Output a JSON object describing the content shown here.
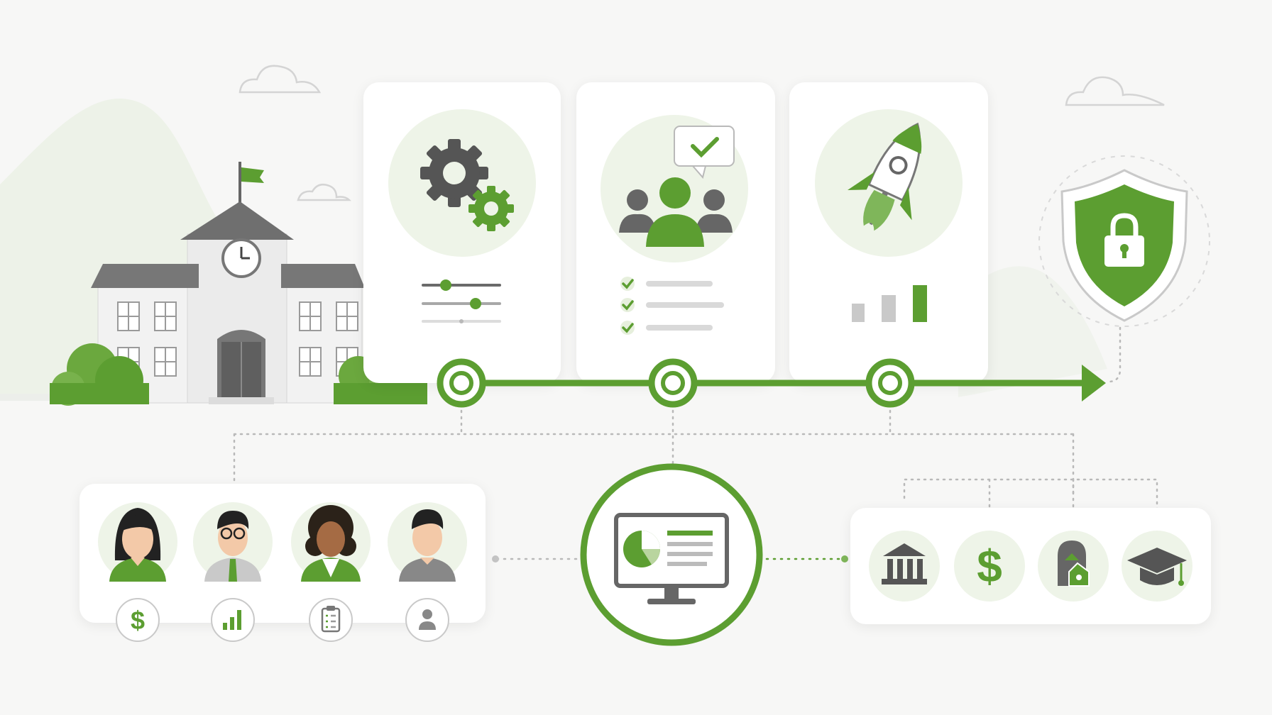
{
  "colors": {
    "accent": "#5c9e31",
    "accent_light": "#eef4e8",
    "gray_dark": "#555555",
    "gray_mid": "#8a8a8a",
    "gray_light": "#d9d9d9",
    "background": "#f7f7f6"
  },
  "stages": [
    {
      "name": "configuration-stage",
      "icon": "gears-icon"
    },
    {
      "name": "team-review-stage",
      "icon": "team-check-icon"
    },
    {
      "name": "launch-stage",
      "icon": "rocket-icon"
    }
  ],
  "security": {
    "icon": "shield-lock-icon"
  },
  "people": [
    {
      "name": "person-woman",
      "badge_icon": "dollar-icon"
    },
    {
      "name": "person-man-glasses",
      "badge_icon": "bar-chart-icon"
    },
    {
      "name": "person-woman-curly",
      "badge_icon": "clipboard-icon"
    },
    {
      "name": "person-man",
      "badge_icon": "user-icon"
    }
  ],
  "hub": {
    "icon": "dashboard-monitor-icon"
  },
  "services": [
    {
      "icon": "bank-icon"
    },
    {
      "icon": "dollar-icon"
    },
    {
      "icon": "housing-icon"
    },
    {
      "icon": "graduation-cap-icon"
    }
  ],
  "building": {
    "icon": "school-building-icon"
  }
}
